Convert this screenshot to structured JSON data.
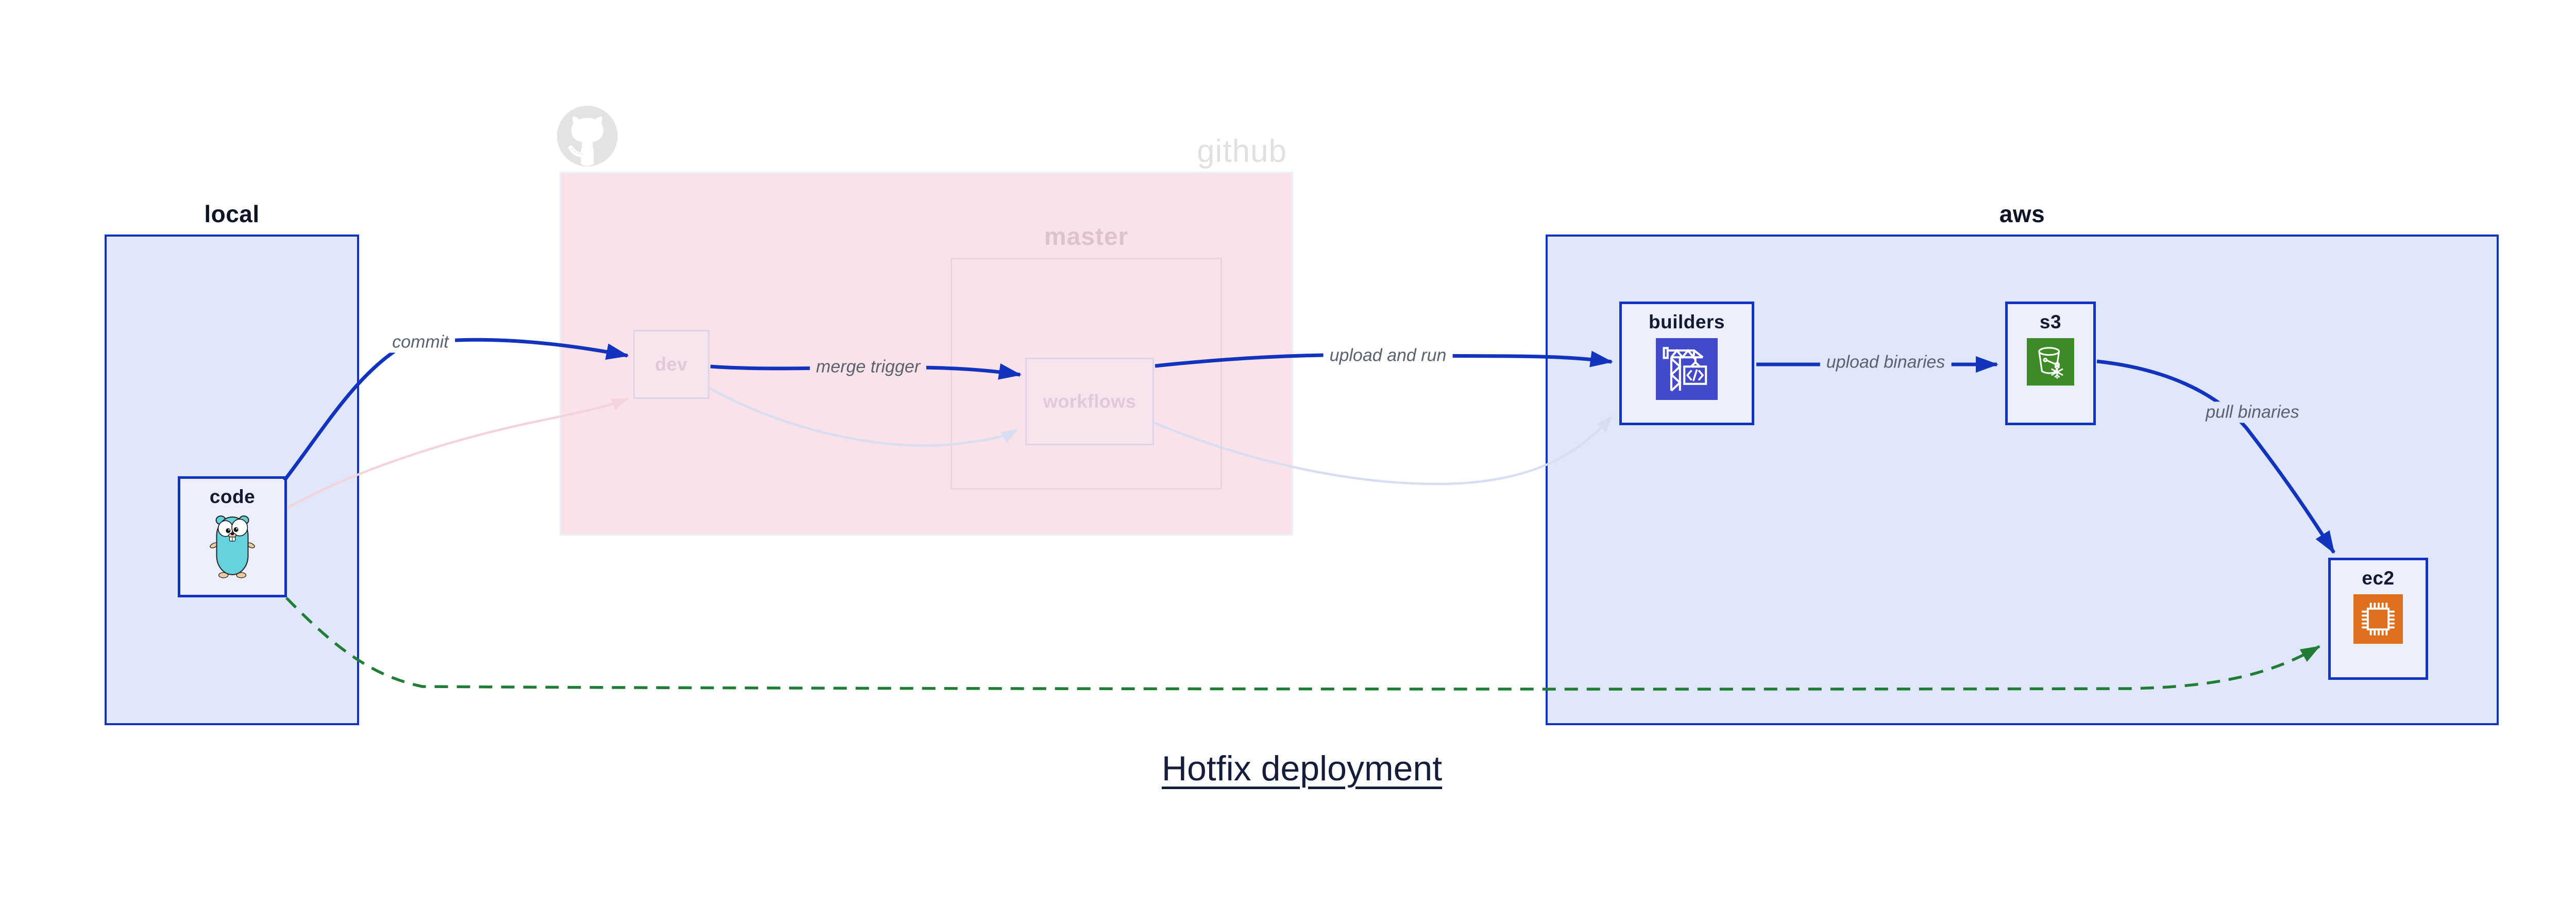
{
  "title": "Hotfix deployment",
  "groups": {
    "local": {
      "label": "local"
    },
    "github": {
      "label": "github",
      "logo": "github-octocat-icon",
      "branches": {
        "master": {
          "label": "master"
        }
      }
    },
    "aws": {
      "label": "aws"
    }
  },
  "nodes": {
    "code": {
      "label": "code",
      "icon": "go-gopher-icon"
    },
    "dev": {
      "label": "dev"
    },
    "workflows": {
      "label": "workflows"
    },
    "builders": {
      "label": "builders",
      "icon": "aws-codebuild-icon"
    },
    "s3": {
      "label": "s3",
      "icon": "aws-s3-glacier-icon"
    },
    "ec2": {
      "label": "ec2",
      "icon": "aws-ec2-icon"
    }
  },
  "edges": {
    "commit": {
      "label": "commit",
      "from": "code",
      "to": "dev",
      "style": "solid-blue"
    },
    "merge_trigger": {
      "label": "merge trigger",
      "from": "dev",
      "to": "workflows",
      "style": "solid-blue"
    },
    "upload_and_run": {
      "label": "upload and run",
      "from": "workflows",
      "to": "builders",
      "style": "solid-blue"
    },
    "upload_binaries": {
      "label": "upload binaries",
      "from": "builders",
      "to": "s3",
      "style": "solid-blue"
    },
    "pull_binaries": {
      "label": "pull binaries",
      "from": "s3",
      "to": "ec2",
      "style": "solid-blue"
    },
    "hotfix_dashed": {
      "label": "",
      "from": "code",
      "to": "ec2",
      "style": "dashed-green"
    },
    "faded_commit": {
      "label": "",
      "from": "code",
      "to": "dev",
      "style": "faded-pink"
    },
    "faded_merge": {
      "label": "",
      "from": "dev",
      "to": "workflows",
      "style": "faded-lavender"
    },
    "faded_upload": {
      "label": "",
      "from": "workflows",
      "to": "builders",
      "style": "faded-lavender"
    }
  },
  "colors": {
    "primary_blue": "#1233bd",
    "cluster_fill": "#e1e7fa",
    "node_fill": "#eceffb",
    "github_cluster_fill": "#f9e2e8",
    "green_dashed": "#1f7d36",
    "faded_pink_stroke": "#f3d3dc",
    "faded_lavender_stroke": "#d9ddf2",
    "edge_label_gray": "#5a626e",
    "watermark_gray": "#e1e1e1",
    "codebuild_purple": "#434ac9",
    "s3_green": "#3e8a27",
    "ec2_orange": "#dd6f1e",
    "dark_text": "#121a33"
  }
}
